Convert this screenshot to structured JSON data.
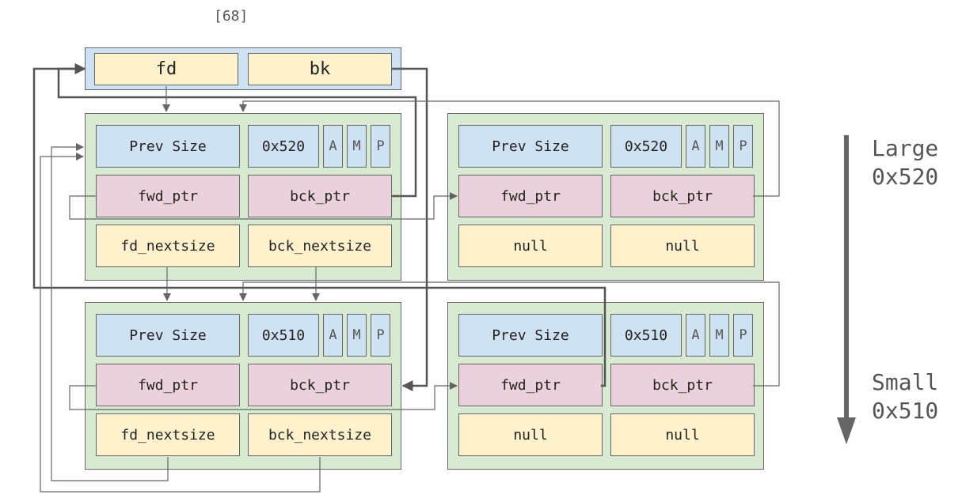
{
  "bin": {
    "index_label": "[68]",
    "fd_label": "fd",
    "bk_label": "bk"
  },
  "chunks": {
    "large_1": {
      "prev_size": "Prev Size",
      "size": "0x520",
      "flag_a": "A",
      "flag_m": "M",
      "flag_p": "P",
      "fwd": "fwd_ptr",
      "bck": "bck_ptr",
      "fd_nextsize": "fd_nextsize",
      "bck_nextsize": "bck_nextsize"
    },
    "large_2": {
      "prev_size": "Prev Size",
      "size": "0x520",
      "flag_a": "A",
      "flag_m": "M",
      "flag_p": "P",
      "fwd": "fwd_ptr",
      "bck": "bck_ptr",
      "fd_nextsize": "null",
      "bck_nextsize": "null"
    },
    "small_1": {
      "prev_size": "Prev Size",
      "size": "0x510",
      "flag_a": "A",
      "flag_m": "M",
      "flag_p": "P",
      "fwd": "fwd_ptr",
      "bck": "bck_ptr",
      "fd_nextsize": "fd_nextsize",
      "bck_nextsize": "bck_nextsize"
    },
    "small_2": {
      "prev_size": "Prev Size",
      "size": "0x510",
      "flag_a": "A",
      "flag_m": "M",
      "flag_p": "P",
      "fwd": "fwd_ptr",
      "bck": "bck_ptr",
      "fd_nextsize": "null",
      "bck_nextsize": "null"
    }
  },
  "legend": {
    "large_label": "Large\n0x520",
    "small_label": "Small\n0x510"
  },
  "colors": {
    "chunk_bg": "#d9ead3",
    "header_bg": "#cfe2f3",
    "pointer_bg": "#ead1dc",
    "nextsize_bg": "#fff2cc",
    "line": "#666666"
  }
}
